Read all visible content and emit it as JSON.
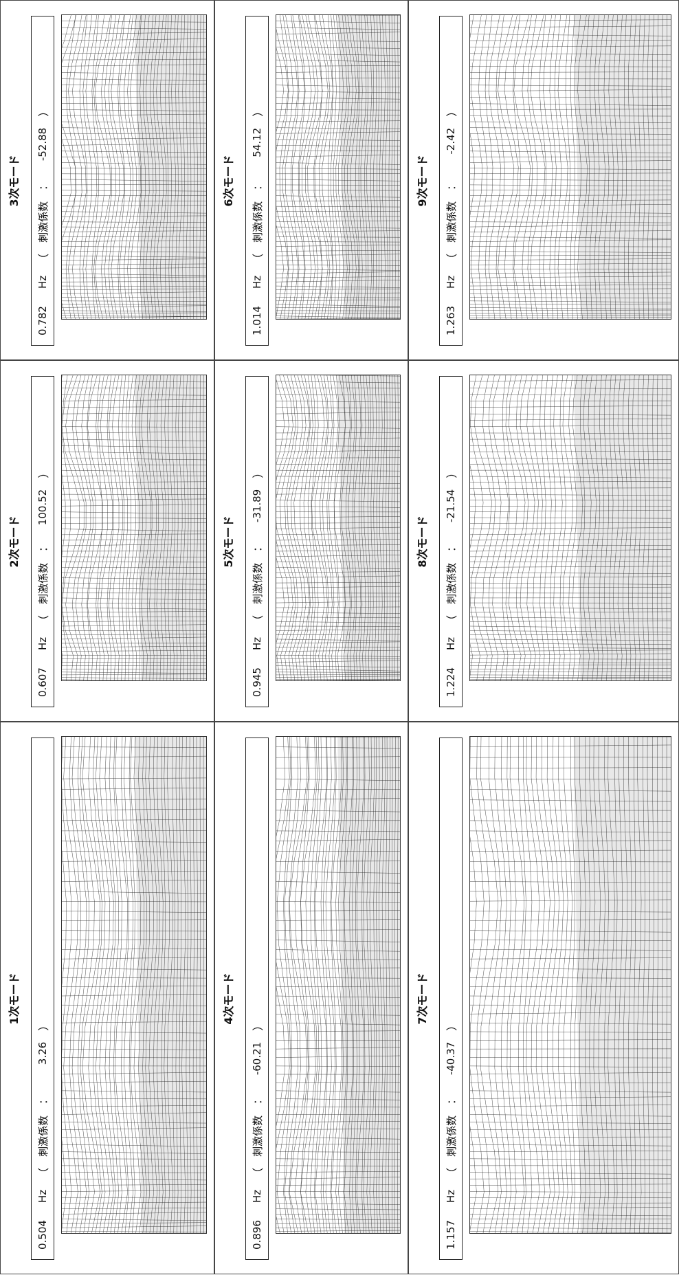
{
  "modes": [
    {
      "title": "1次モード",
      "freq": "0.504",
      "unit": "Hz",
      "coef_label": "刺激係数",
      "coef": "3.26"
    },
    {
      "title": "2次モード",
      "freq": "0.607",
      "unit": "Hz",
      "coef_label": "刺激係数",
      "coef": "100.52"
    },
    {
      "title": "3次モード",
      "freq": "0.782",
      "unit": "Hz",
      "coef_label": "刺激係数",
      "coef": "-52.88"
    },
    {
      "title": "4次モード",
      "freq": "0.896",
      "unit": "Hz",
      "coef_label": "刺激係数",
      "coef": "-60.21"
    },
    {
      "title": "5次モード",
      "freq": "0.945",
      "unit": "Hz",
      "coef_label": "刺激係数",
      "coef": "-31.89"
    },
    {
      "title": "6次モード",
      "freq": "1.014",
      "unit": "Hz",
      "coef_label": "刺激係数",
      "coef": "54.12"
    },
    {
      "title": "7次モード",
      "freq": "1.157",
      "unit": "Hz",
      "coef_label": "刺激係数",
      "coef": "-40.37"
    },
    {
      "title": "8次モード",
      "freq": "1.224",
      "unit": "Hz",
      "coef_label": "刺激係数",
      "coef": "-21.54"
    },
    {
      "title": "9次モード",
      "freq": "1.263",
      "unit": "Hz",
      "coef_label": "刺激係数",
      "coef": "-2.42"
    }
  ],
  "colors": {
    "mesh": "#222222",
    "shade": "#bdbdbd",
    "border": "#444444"
  }
}
